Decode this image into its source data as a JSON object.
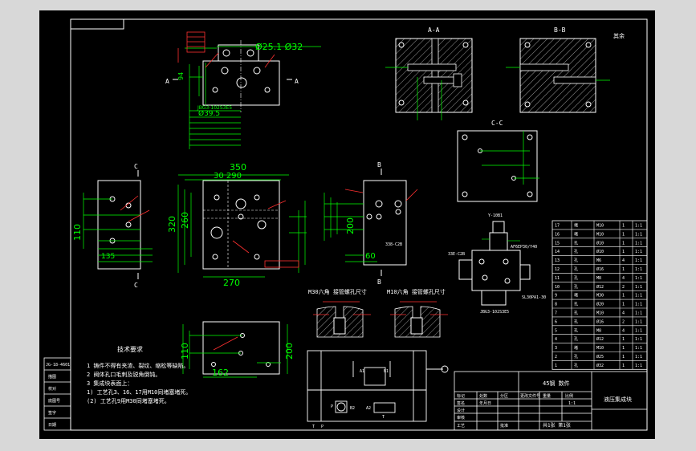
{
  "colors": {
    "frame_background": "#d8d8d8",
    "sheet": "#000000",
    "outline": "#ffffff",
    "dimension": "#00ff00",
    "annotation": "#ff3030",
    "hatch": "#ffffff"
  },
  "views": {
    "section_aa": "A-A",
    "section_bb": "B-B",
    "section_cc": "C-C",
    "corner_note": "其余",
    "arrow_a": "A",
    "arrow_b": "B",
    "arrow_c": "C"
  },
  "dims": {
    "top_diameter": "Ø25.1 Ø32",
    "top_left_h": "94",
    "top_width": "Ø39.5",
    "front_width": "350",
    "front_sub": "30 290",
    "front_h1": "320",
    "front_h2": "260",
    "front_bottom": "270",
    "left_h": "110",
    "left_bottom": "135",
    "right_h": "200",
    "right_bottom": "60",
    "bottom_h": "110",
    "bottom_w": "162",
    "bottom_right": "200"
  },
  "port_detail": {
    "m30": "M30六角 接管螺孔尺寸",
    "m10": "M10六角 接管螺孔尺寸"
  },
  "valve_labels": {
    "top": "Y-10B1",
    "right": "AF6EP30/Y40",
    "left": "33E-C2B",
    "bottom": "SL30PA1-30",
    "base": "JBG3-102S3E5"
  },
  "tech_req": {
    "title": "技术要求",
    "items": [
      "1 铸件不得有夹渣、裂纹、缩松等缺陷。",
      "2 阀体孔口毛刺及锐角倒钝。",
      "3 集成块表面上：",
      "1) 工艺孔3、16、17用M10同堵塞堵死。",
      "(2) 工艺孔9用M30同堵塞堵死。"
    ]
  },
  "schematic": {
    "labels": [
      "A1",
      "B1",
      "A2",
      "B2",
      "P",
      "T",
      "T",
      "P"
    ]
  },
  "left_stamp": {
    "rows": [
      "JG-18-4601",
      "描图",
      "校对",
      "底图号",
      "签字",
      "日期"
    ]
  },
  "title_block": {
    "material": "45钢 数件",
    "name": "液压集成块",
    "sheet": "共1张 第1张",
    "scale_label": "比例",
    "weight_label": "重量",
    "rows": [
      "标记",
      "处数",
      "分区",
      "更改文件号",
      "签名",
      "年月日"
    ],
    "roles": [
      "设计",
      "审核",
      "工艺",
      "批准"
    ],
    "scale_val": "1:1"
  },
  "bom": {
    "rows": [
      [
        "17",
        "堵",
        "M10",
        "1",
        "1:1"
      ],
      [
        "16",
        "堵",
        "M10",
        "1",
        "1:1"
      ],
      [
        "15",
        "孔",
        "Ø10",
        "1",
        "1:1"
      ],
      [
        "14",
        "孔",
        "Ø10",
        "1",
        "1:1"
      ],
      [
        "13",
        "孔",
        "M6",
        "4",
        "1:1"
      ],
      [
        "12",
        "孔",
        "Ø16",
        "1",
        "1:1"
      ],
      [
        "11",
        "孔",
        "M8",
        "4",
        "1:1"
      ],
      [
        "10",
        "孔",
        "Ø12",
        "2",
        "1:1"
      ],
      [
        "9",
        "堵",
        "M30",
        "1",
        "1:1"
      ],
      [
        "8",
        "孔",
        "Ø20",
        "1",
        "1:1"
      ],
      [
        "7",
        "孔",
        "M10",
        "4",
        "1:1"
      ],
      [
        "6",
        "孔",
        "Ø16",
        "2",
        "1:1"
      ],
      [
        "5",
        "孔",
        "M8",
        "4",
        "1:1"
      ],
      [
        "4",
        "孔",
        "Ø12",
        "1",
        "1:1"
      ],
      [
        "3",
        "堵",
        "M10",
        "1",
        "1:1"
      ],
      [
        "2",
        "孔",
        "Ø25",
        "1",
        "1:1"
      ],
      [
        "1",
        "孔",
        "Ø32",
        "1",
        "1:1"
      ]
    ]
  }
}
